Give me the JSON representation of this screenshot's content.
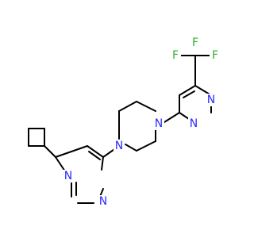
{
  "molecule": {
    "colors": {
      "bond": "#000000",
      "nitrogen": "#2b2bff",
      "fluorine": "#33b233",
      "background": "#ffffff"
    },
    "atoms": {
      "F_top": "F",
      "F_left": "F",
      "F_right": "F",
      "N_pyr_right_top": "N",
      "N_pyr_right_bottom": "N",
      "N_pip_right": "N",
      "N_pip_left": "N",
      "N_pyr_left_top": "N",
      "N_pyr_left_bottom": "N"
    }
  }
}
